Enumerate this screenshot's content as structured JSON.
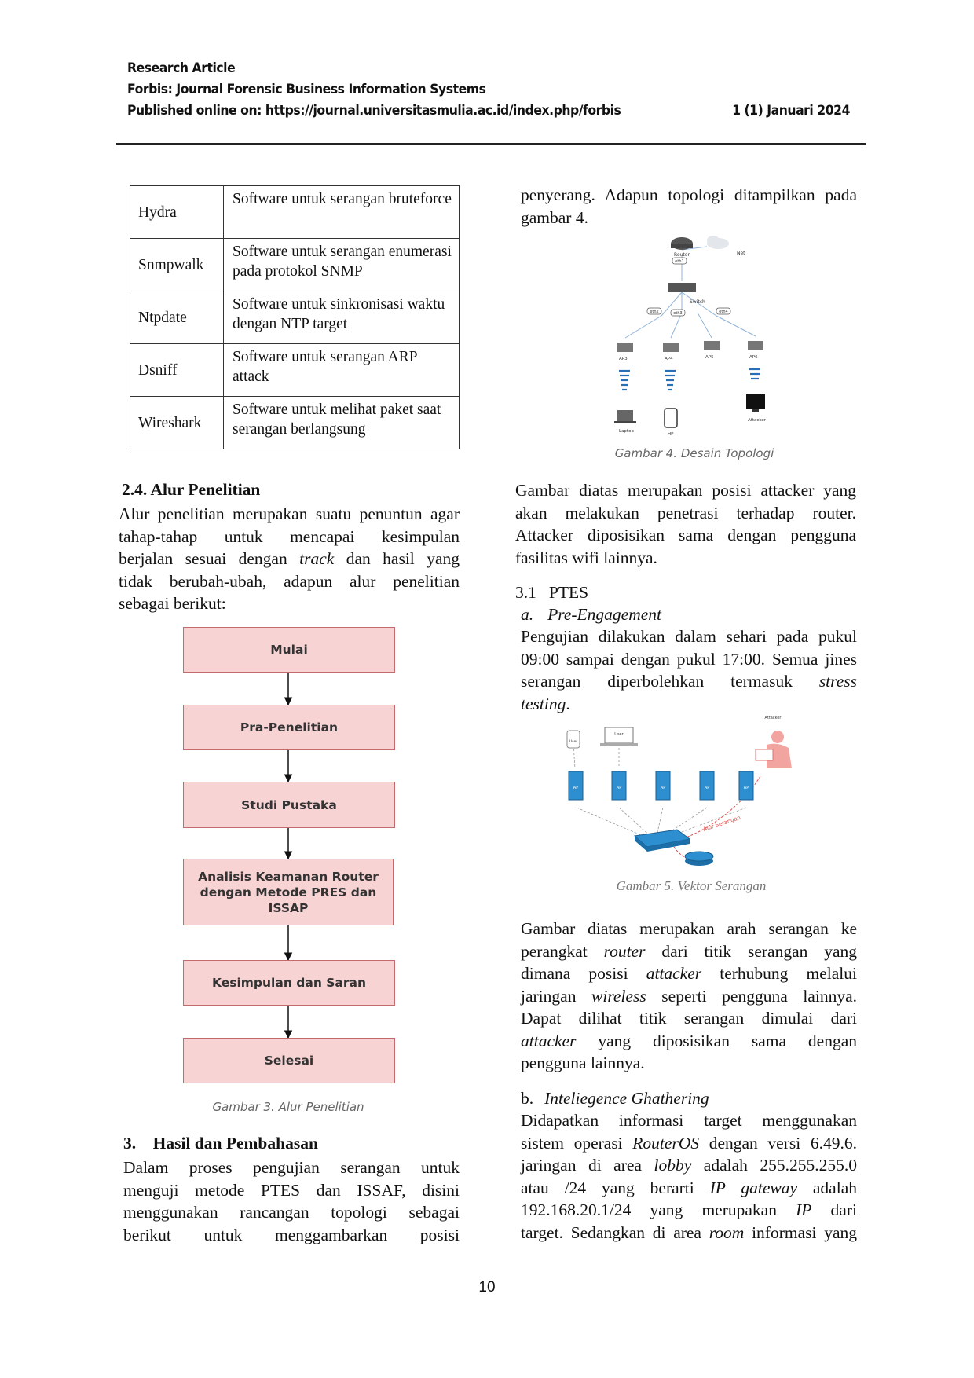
{
  "header": {
    "line1": "Research Article",
    "line2": "Forbis: Journal Forensic Business Information Systems",
    "line3": "Published online on: https://journal.universitasmulia.ac.id/index.php/forbis",
    "issue": "1 (1) Januari 2024"
  },
  "tools_table": {
    "rows": [
      {
        "name": "Hydra",
        "desc": "Software untuk serangan bruteforce"
      },
      {
        "name": "Snmpwalk",
        "desc": "Software untuk serangan enumerasi pada protokol SNMP"
      },
      {
        "name": "Ntpdate",
        "desc": "Software untuk sinkronisasi waktu dengan NTP target"
      },
      {
        "name": "Dsniff",
        "desc": "Software untuk serangan ARP attack"
      },
      {
        "name": "Wireshark",
        "desc": "Software untuk melihat paket saat serangan berlangsung"
      }
    ]
  },
  "section_2_4": {
    "title": "2.4. Alur Penelitian",
    "p_lines": [
      "Alur penelitian merupakan suatu penuntun agar",
      "tahap-tahap untuk mencapai kesimpulan",
      "berjalan sesuai dengan <i>track</i> dan hasil yang",
      "tidak berubah-ubah, adapun alur penelitian",
      "sebagai berikut:"
    ]
  },
  "flowchart": {
    "steps": [
      "Mulai",
      "Pra-Penelitian",
      "Studi Pustaka",
      "Analisis Keamanan Router dengan Metode PRES dan ISSAP",
      "Kesimpulan dan Saran",
      "Selesai"
    ],
    "caption": "Gambar 3. Alur Penelitian"
  },
  "section_3": {
    "title": "3.    Hasil dan Pembahasan",
    "p_lines": [
      "Dalam proses pengujian serangan untuk",
      "menguji metode PTES dan ISSAF, disini",
      "menggunakan rancangan topologi sebagai",
      "berikut untuk menggambarkan posisi"
    ]
  },
  "right_top": {
    "p_lines": [
      "penyerang. Adapun topologi ditampilkan pada",
      "gambar 4."
    ]
  },
  "topology": {
    "caption": "Gambar 4. Desain Topologi",
    "labels": {
      "router": "Router",
      "net": "Net",
      "switch": "Switch",
      "ap3": "AP3",
      "ap4": "AP4",
      "ap5": "AP5",
      "ap6": "AP6",
      "laptop": "Laptop",
      "hp": "HP",
      "attacker": "Attacker",
      "ether1": "eth1",
      "ether2": "eth2",
      "ether3": "eth3",
      "ether4": "eth4"
    }
  },
  "after_fig4": {
    "p_lines": [
      "Gambar diatas merupakan posisi attacker yang",
      "akan melakukan penetrasi terhadap router.",
      "Attacker diposisikan sama dengan pengguna",
      "fasilitas wifi lainnya."
    ]
  },
  "ptes": {
    "num": "3.1",
    "title": "PTES",
    "sub_a_letter": "a.",
    "sub_a_title": "Pre-Engagement",
    "p_lines": [
      "Pengujian dilakukan dalam sehari pada pukul",
      "09:00 sampai dengan pukul 17:00. Semua jines",
      "serangan diperbolehkan termasuk <i>stress</i>",
      "<i>testing</i>."
    ]
  },
  "attack_vector": {
    "caption": "Gambar 5. Vektor Serangan",
    "labels": {
      "attacker": "Attacker",
      "user1": "User",
      "user2": "User",
      "ap": "AP",
      "path": "Alur Serangan"
    }
  },
  "after_fig5": {
    "p_lines": [
      "Gambar diatas merupakan arah serangan ke",
      "perangkat <i>router</i> dari titik serangan yang",
      "dimana posisi <i>attacker</i> terhubung melalui",
      "jaringan <i>wireless</i> seperti pengguna lainnya.",
      "Dapat dilihat titik serangan dimulai dari",
      "<i>attacker</i> yang diposisikan sama dengan",
      "pengguna lainnya."
    ]
  },
  "intel": {
    "letter": "b.",
    "title": "Inteliegence Ghathering",
    "p_lines": [
      "Didapatkan informasi target menggunakan",
      "sistem operasi <i>RouterOS</i> dengan versi 6.49.6.",
      "jaringan di area <i>lobby</i> adalah 255.255.255.0",
      "atau /24 yang berarti <i>IP gateway</i> adalah",
      "192.168.20.1/24 yang merupakan <i>IP</i> dari",
      "target. Sedangkan di area <i>room</i> informasi yang"
    ]
  },
  "page_number": "10",
  "colors": {
    "flow_fill": "#f8d3d4",
    "flow_border": "#c26a6d",
    "wifi_blue": "#2a6fb5",
    "ap_blue": "#2d8fd0",
    "attack_red": "#e0504f"
  }
}
